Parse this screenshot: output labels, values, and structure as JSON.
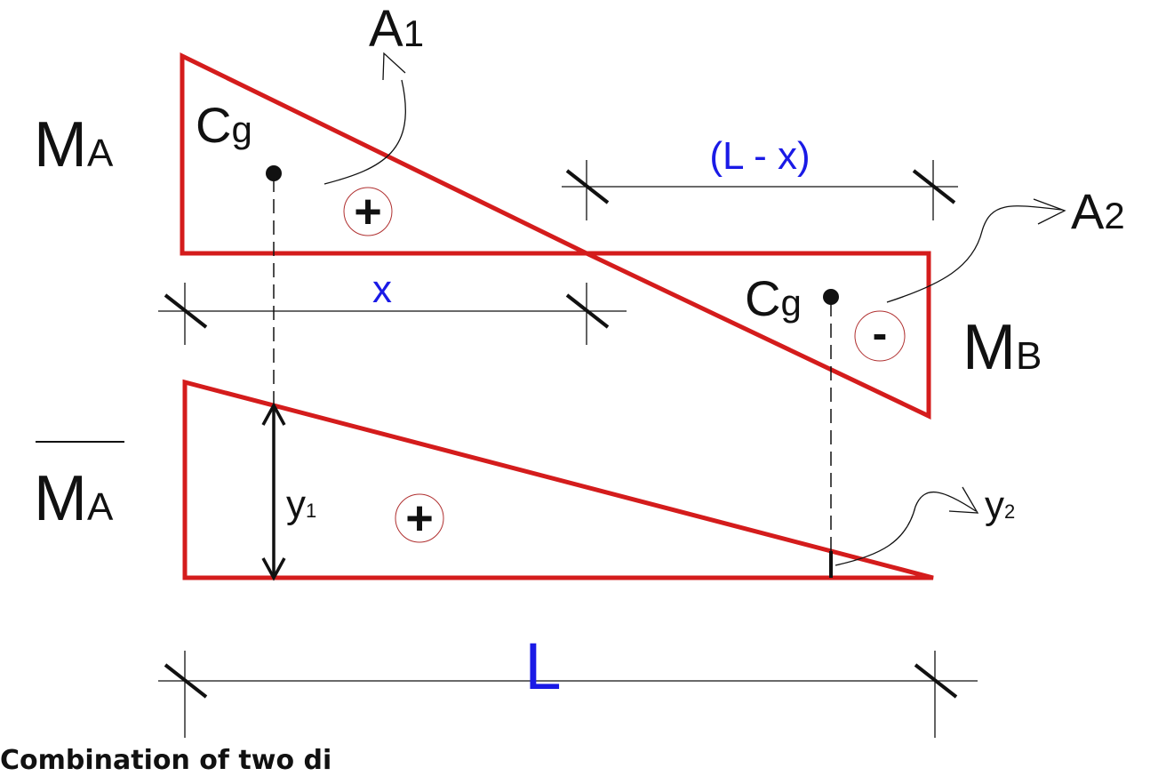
{
  "labels": {
    "ma": {
      "main": "M",
      "sub": "A"
    },
    "mb": {
      "main": "M",
      "sub": "B"
    },
    "ma_bar": {
      "main": "M",
      "sub": "A"
    },
    "a1": {
      "main": "A",
      "sub": "1"
    },
    "a2": {
      "main": "A",
      "sub": "2"
    },
    "cg1": {
      "main": "C",
      "sub": "g"
    },
    "cg2": {
      "main": "C",
      "sub": "g"
    },
    "y1": {
      "main": "y",
      "sub": "1"
    },
    "y2": {
      "main": "y",
      "sub": "2"
    },
    "x": "x",
    "l_minus_x": "(L - x)",
    "l": "L",
    "plus_top": "+",
    "minus": "-",
    "plus_bottom": "+"
  },
  "caption": "Combination of two di",
  "colors": {
    "diagram_line": "#d41c1c",
    "dimension_text": "#1a1ae6",
    "annotation": "#111111"
  }
}
